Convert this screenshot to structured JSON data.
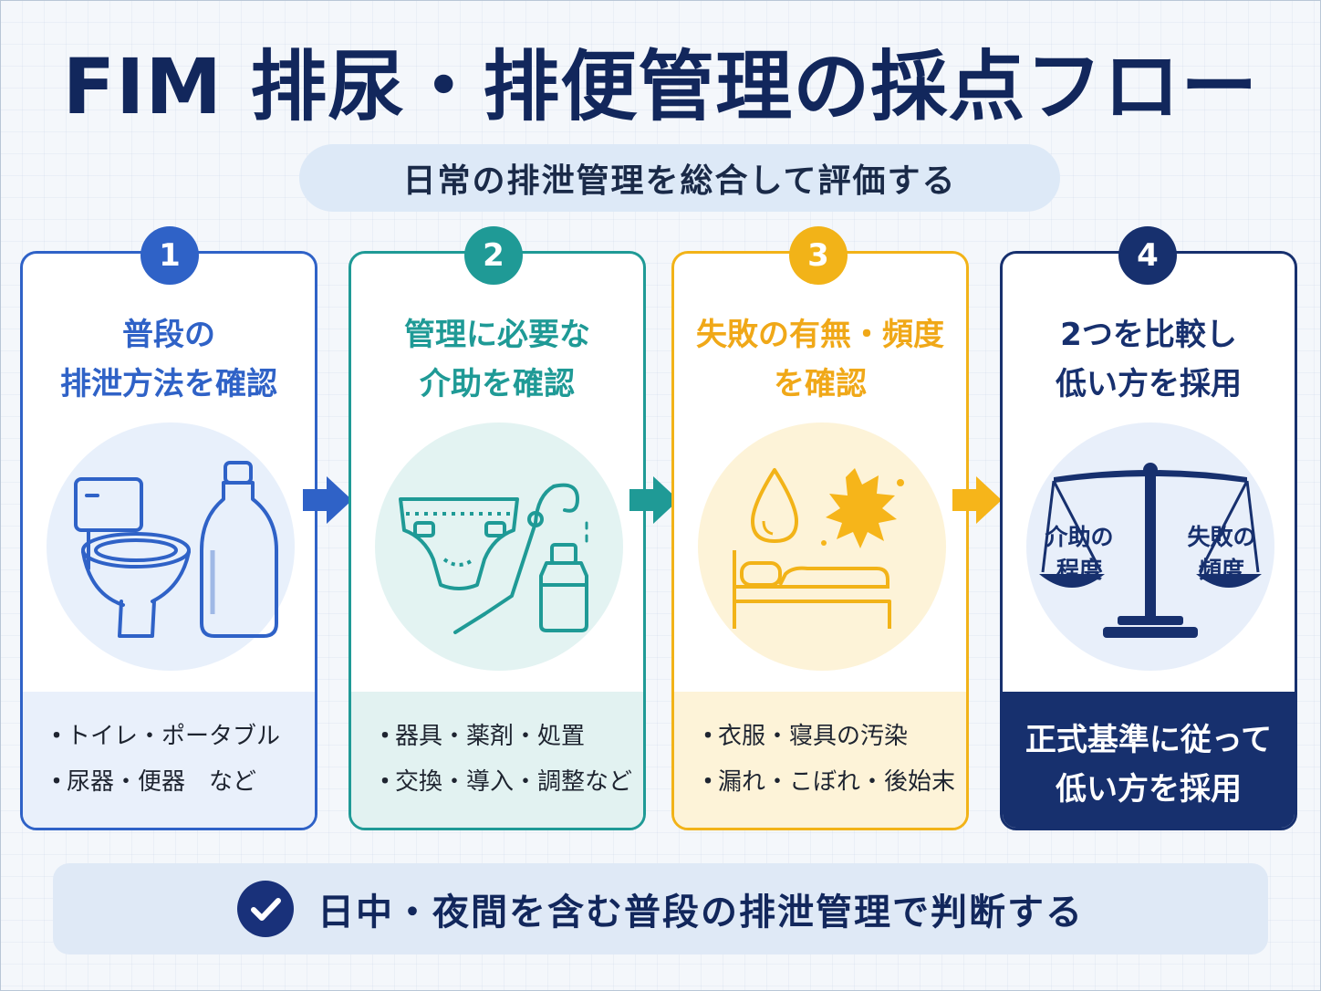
{
  "title": "FIM 排尿・排便管理の採点フロー",
  "subtitle": "日常の排泄管理を総合して評価する",
  "steps": [
    {
      "number": "1",
      "heading": "普段の\n排泄方法を確認",
      "bullets": [
        "トイレ・ポータブル",
        "尿器・便器　など"
      ],
      "color": "#2f62c7"
    },
    {
      "number": "2",
      "heading": "管理に必要な\n介助を確認",
      "bullets": [
        "器具・薬剤・処置",
        "交換・導入・調整など"
      ],
      "color": "#1f9a96"
    },
    {
      "number": "3",
      "heading": "失敗の有無・頻度\nを確認",
      "bullets": [
        "衣服・寝具の汚染",
        "漏れ・こぼれ・後始末"
      ],
      "color": "#f2b318"
    },
    {
      "number": "4",
      "heading": "2つを比較し\n低い方を採用",
      "scale_left": "介助の\n程度",
      "scale_right": "失敗の\n頻度",
      "footer": "正式基準に従って\n低い方を採用",
      "color": "#17306e"
    }
  ],
  "bottom_note": "日中・夜間を含む普段の排泄管理で判断する",
  "bullet_symbol": "・",
  "icons": {
    "step1": [
      "toilet-icon",
      "urinal-bottle-icon"
    ],
    "step2": [
      "diaper-icon",
      "catheter-icon",
      "medicine-bottle-icon"
    ],
    "step3": [
      "droplet-icon",
      "splash-icon",
      "bed-icon"
    ],
    "step4": [
      "balance-scale-icon"
    ],
    "bottom": "checkmark-icon",
    "arrows": "arrow-right-icon"
  }
}
